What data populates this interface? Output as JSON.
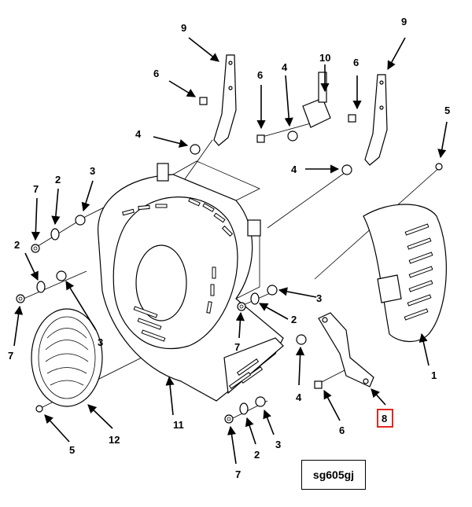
{
  "diagram": {
    "code": "sg605gj",
    "highlight_color": "#e0281e",
    "callouts": {
      "c1": "1",
      "c2a": "2",
      "c2b": "2",
      "c2c": "2",
      "c2d": "2",
      "c3a": "3",
      "c3b": "3",
      "c3c": "3",
      "c3d": "3",
      "c4a": "4",
      "c4b": "4",
      "c4c": "4",
      "c4d": "4",
      "c5a": "5",
      "c5b": "5",
      "c6a": "6",
      "c6b": "6",
      "c6c": "6",
      "c6d": "6",
      "c7a": "7",
      "c7b": "7",
      "c7c": "7",
      "c7d": "7",
      "c8": "8",
      "c9a": "9",
      "c9b": "9",
      "c10": "10",
      "c11": "11",
      "c12": "12"
    }
  }
}
